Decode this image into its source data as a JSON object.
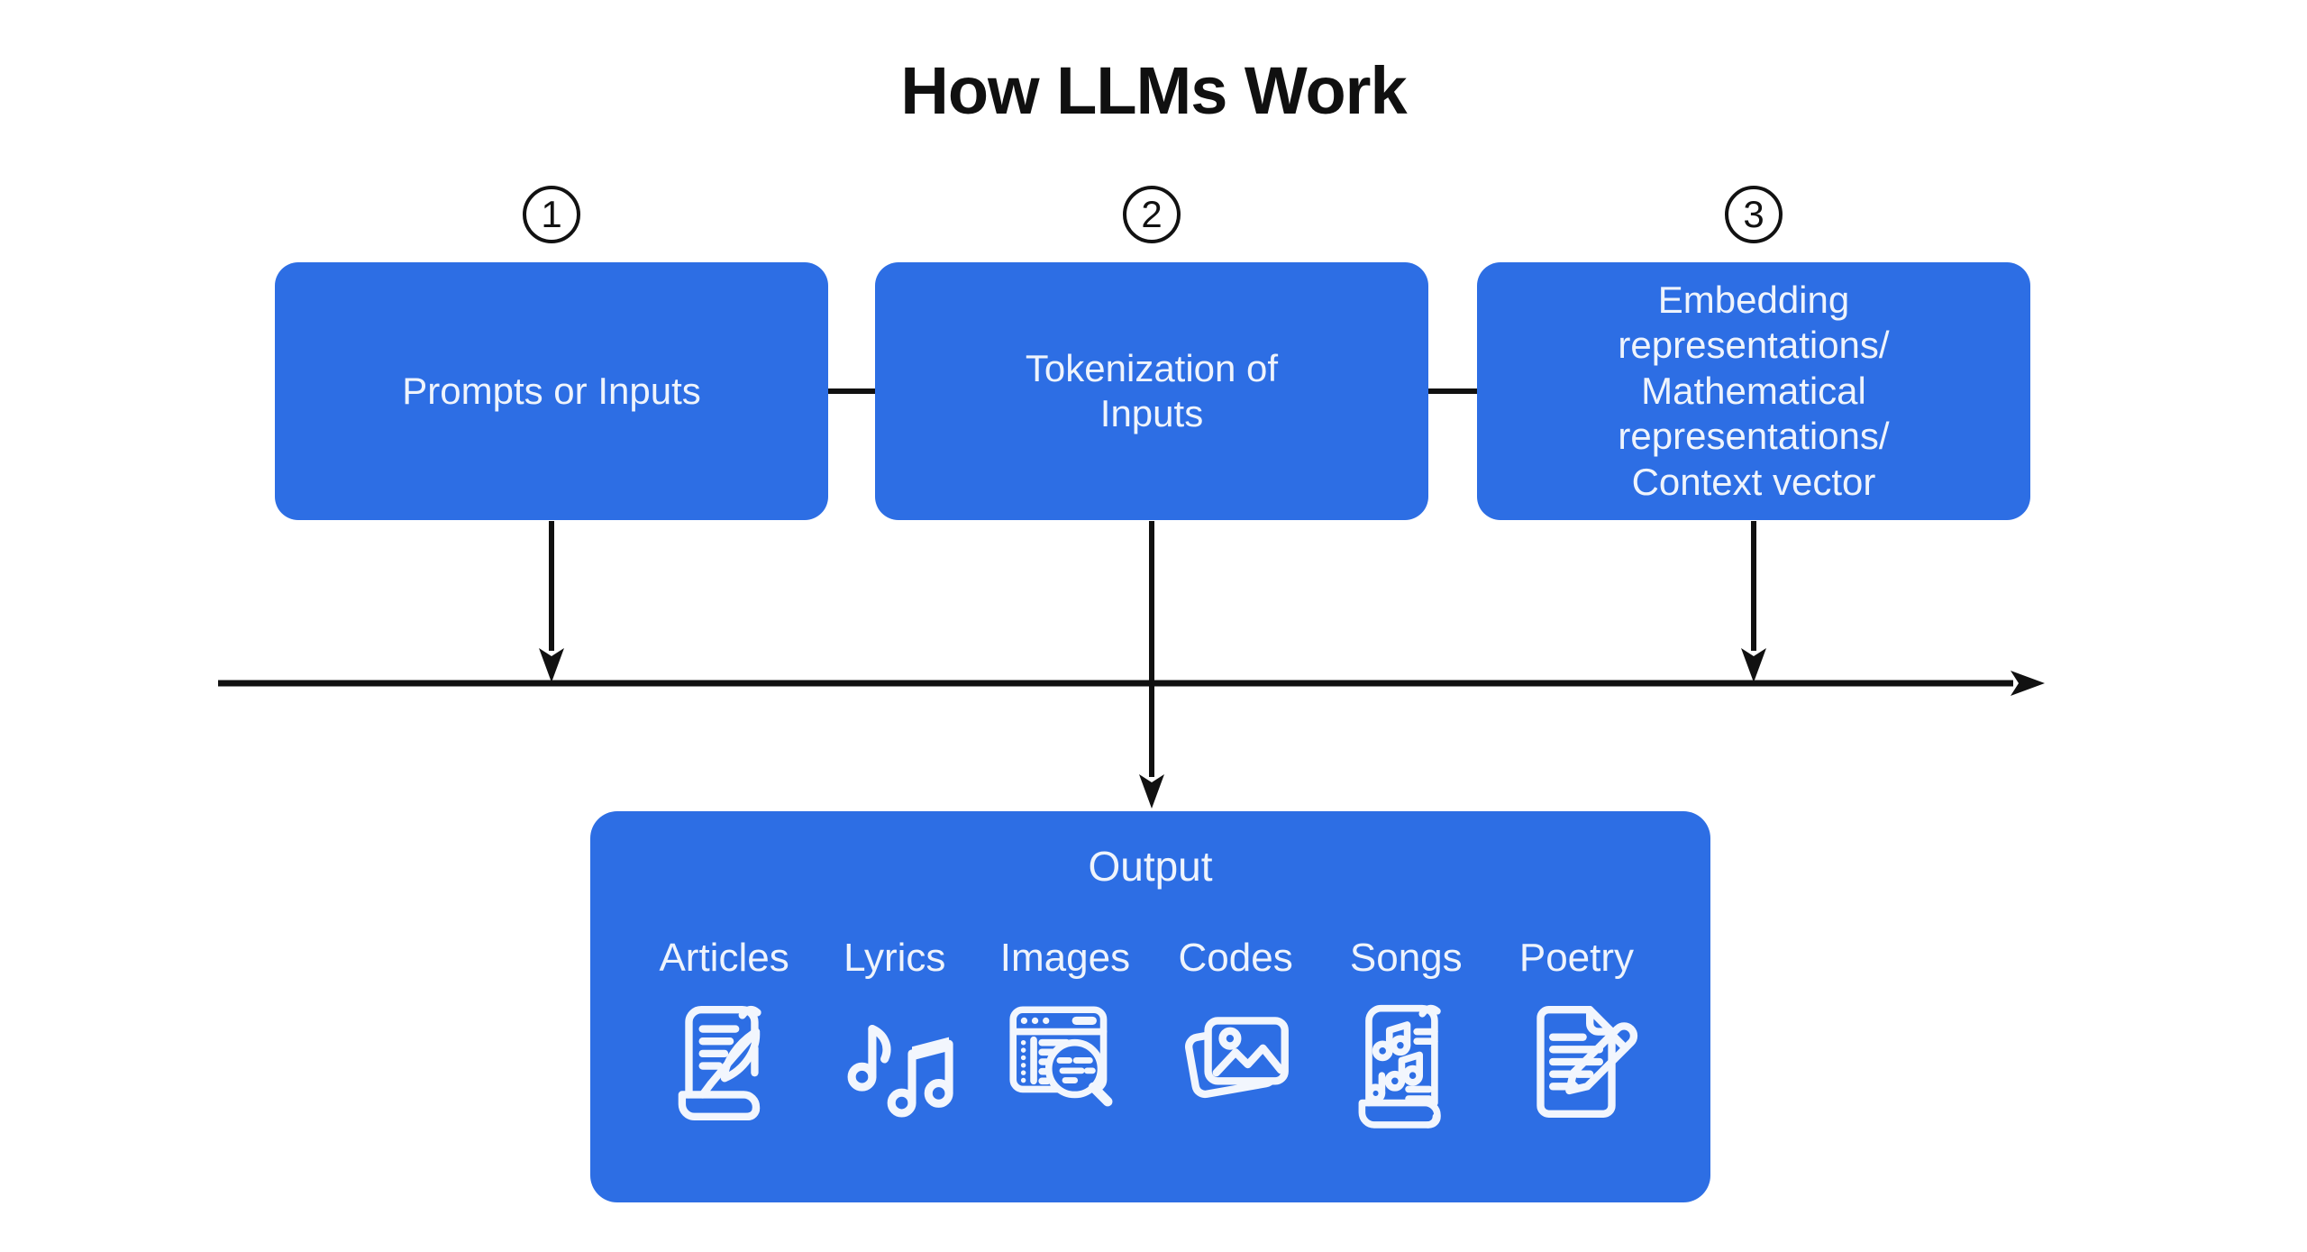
{
  "title": "How LLMs Work",
  "steps": [
    {
      "number": "1",
      "label": "Prompts or Inputs"
    },
    {
      "number": "2",
      "label": "Tokenization of\nInputs"
    },
    {
      "number": "3",
      "label": "Embedding\nrepresentations/\nMathematical\nrepresentations/\nContext vector"
    }
  ],
  "output": {
    "title": "Output",
    "items": [
      {
        "label": "Articles",
        "icon": "article-scroll-quill-icon",
        "icon_ref": "#icon-articles"
      },
      {
        "label": "Lyrics",
        "icon": "music-notes-icon",
        "icon_ref": "#icon-lyrics"
      },
      {
        "label": "Images",
        "icon": "code-window-magnifier-icon",
        "icon_ref": "#icon-images"
      },
      {
        "label": "Codes",
        "icon": "photo-pictures-icon",
        "icon_ref": "#icon-codes"
      },
      {
        "label": "Songs",
        "icon": "music-sheet-scroll-icon",
        "icon_ref": "#icon-songs"
      },
      {
        "label": "Poetry",
        "icon": "document-pencil-icon",
        "icon_ref": "#icon-poetry"
      }
    ]
  },
  "colors": {
    "box_blue": "#2D6EE4",
    "text_on_blue": "#EFF4FC",
    "arrow_black": "#111111",
    "title_color": "#101010",
    "background": "#FFFFFF"
  }
}
